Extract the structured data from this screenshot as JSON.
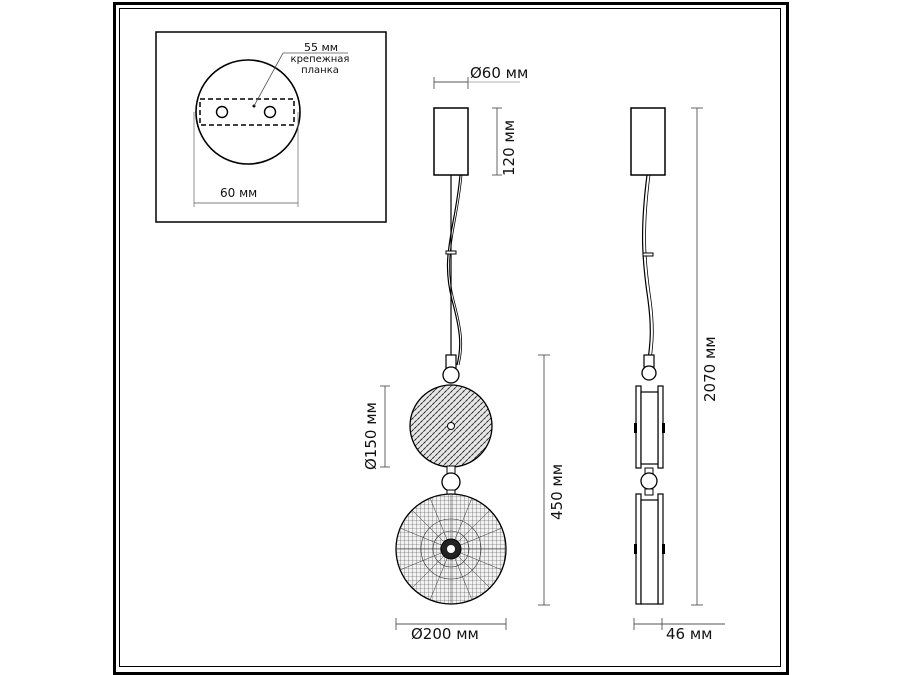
{
  "drawing": {
    "title": "Pendant lamp dimensional drawing",
    "stroke_color": "#111111",
    "background_color": "#ffffff"
  },
  "inset": {
    "bracket_size_label": "55 мм",
    "bracket_caption_line1": "крепежная",
    "bracket_caption_line2": "планка",
    "canopy_width_label": "60 мм"
  },
  "front_view": {
    "canopy_diameter_label": "Ø60 мм",
    "canopy_height_label": "120 мм",
    "small_disc_diameter_label": "Ø150 мм",
    "body_height_label": "450 мм",
    "large_disc_diameter_label": "Ø200 мм"
  },
  "side_view": {
    "total_height_label": "2070 мм",
    "depth_label": "46 мм"
  }
}
